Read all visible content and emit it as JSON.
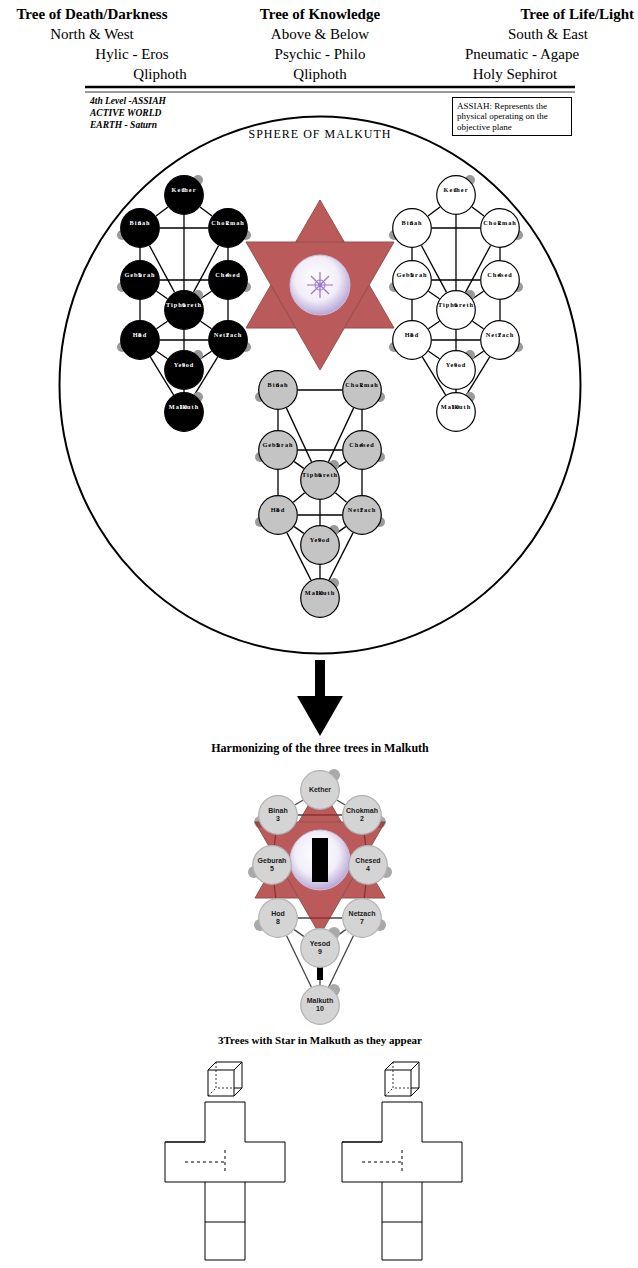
{
  "diagram": {
    "nodes": [
      {
        "text": [
          "ASSIAH: Represents the physical operating on the objective plane"
        ]
      },
      {
        "text": [
          "SPHERE OF MALKUTH"
        ]
      },
      {
        "text": [
          "Kether",
          "1"
        ],
        "in": 1
      },
      {
        "text": [
          "Binah",
          "3"
        ],
        "in": 1
      },
      {
        "text": [
          "Chokmah",
          "2"
        ],
        "in": 1
      },
      {
        "text": [
          "Geburah",
          "5"
        ],
        "in": 1
      },
      {
        "text": [
          "Chesed",
          "4"
        ],
        "in": 1
      },
      {
        "text": [
          "Tiphareth",
          "6"
        ],
        "in": 1
      },
      {
        "text": [
          "Hod",
          "8"
        ],
        "in": 1
      },
      {
        "text": [
          "Netzach",
          "7"
        ],
        "in": 1
      },
      {
        "text": [
          "Yesod",
          "9"
        ],
        "in": 1
      },
      {
        "text": [
          "Malkuth",
          "10"
        ],
        "in": 1
      },
      {
        "text": [
          "Kether",
          "1"
        ],
        "in": 1
      },
      {
        "text": [
          "Binah",
          "3"
        ],
        "in": 1
      },
      {
        "text": [
          "Chokmah",
          "2"
        ],
        "in": 1
      },
      {
        "text": [
          "Geburah",
          "5"
        ],
        "in": 1
      },
      {
        "text": [
          "Chesed",
          "4"
        ],
        "in": 1
      },
      {
        "text": [
          "Tiphareth",
          "6"
        ],
        "in": 1
      },
      {
        "text": [
          "Hod",
          "8"
        ],
        "in": 1
      },
      {
        "text": [
          "Netzach",
          "7"
        ],
        "in": 1
      },
      {
        "text": [
          "Yesod",
          "9"
        ],
        "in": 1
      },
      {
        "text": [
          "Malkuth",
          "10"
        ],
        "in": 1
      },
      {
        "text": [
          "Binah",
          "3"
        ],
        "in": 1
      },
      {
        "text": [
          "Chokmah",
          "2"
        ],
        "in": 1
      },
      {
        "text": [
          "Geburah",
          "5"
        ],
        "in": 1
      },
      {
        "text": [
          "Chesed",
          "4"
        ],
        "in": 1
      },
      {
        "text": [
          "Tiphareth",
          "6"
        ],
        "in": 1
      },
      {
        "text": [
          "Hod",
          "8"
        ],
        "in": 1
      },
      {
        "text": [
          "Netzach",
          "7"
        ],
        "in": 1
      },
      {
        "text": [
          "Yesod",
          "9"
        ],
        "in": 1
      },
      {
        "text": [
          "Malkuth",
          "10"
        ],
        "in": 1
      },
      {
        "text": [
          "Kether"
        ]
      },
      {
        "text": [
          "Binah",
          "3"
        ]
      },
      {
        "text": [
          "Chokmah",
          "2"
        ]
      },
      {
        "text": [
          "Geburah",
          "5"
        ]
      },
      {
        "text": [
          "Chesed",
          "4"
        ]
      },
      {
        "text": [
          "Hod",
          "8"
        ]
      },
      {
        "text": [
          "Netzach",
          "7"
        ]
      },
      {
        "text": [
          "Yesod",
          "9"
        ]
      },
      {
        "text": [
          "Malkuth",
          "10"
        ]
      }
    ],
    "edges": [
      {
        "from": 2,
        "to": 4,
        "arrow": "none"
      },
      {
        "from": 2,
        "to": 3,
        "arrow": "none"
      },
      {
        "from": 2,
        "to": 7,
        "arrow": "none"
      },
      {
        "from": 4,
        "to": 3,
        "arrow": "none"
      },
      {
        "from": 4,
        "to": 6,
        "arrow": "none"
      },
      {
        "from": 4,
        "to": 7,
        "arrow": "none"
      },
      {
        "from": 3,
        "to": 5,
        "arrow": "none"
      },
      {
        "from": 3,
        "to": 7,
        "arrow": "none"
      },
      {
        "from": 6,
        "to": 5,
        "arrow": "none"
      },
      {
        "from": 6,
        "to": 7,
        "arrow": "none"
      },
      {
        "from": 6,
        "to": 9,
        "arrow": "none"
      },
      {
        "from": 5,
        "to": 7,
        "arrow": "none"
      },
      {
        "from": 5,
        "to": 8,
        "arrow": "none"
      },
      {
        "from": 7,
        "to": 9,
        "arrow": "none"
      },
      {
        "from": 7,
        "to": 8,
        "arrow": "none"
      },
      {
        "from": 7,
        "to": 10,
        "arrow": "none"
      },
      {
        "from": 9,
        "to": 8,
        "arrow": "none"
      },
      {
        "from": 9,
        "to": 10,
        "arrow": "none"
      },
      {
        "from": 9,
        "to": 11,
        "arrow": "none"
      },
      {
        "from": 8,
        "to": 10,
        "arrow": "none"
      },
      {
        "from": 8,
        "to": 11,
        "arrow": "none"
      },
      {
        "from": 10,
        "to": 11,
        "arrow": "none"
      },
      {
        "from": 12,
        "to": 14,
        "arrow": "none"
      },
      {
        "from": 12,
        "to": 13,
        "arrow": "none"
      },
      {
        "from": 12,
        "to": 17,
        "arrow": "none"
      },
      {
        "from": 14,
        "to": 13,
        "arrow": "none"
      },
      {
        "from": 14,
        "to": 16,
        "arrow": "none"
      },
      {
        "from": 14,
        "to": 17,
        "arrow": "none"
      },
      {
        "from": 13,
        "to": 15,
        "arrow": "none"
      },
      {
        "from": 13,
        "to": 17,
        "arrow": "none"
      },
      {
        "from": 16,
        "to": 15,
        "arrow": "none"
      },
      {
        "from": 16,
        "to": 17,
        "arrow": "none"
      },
      {
        "from": 16,
        "to": 19,
        "arrow": "none"
      },
      {
        "from": 15,
        "to": 17,
        "arrow": "none"
      },
      {
        "from": 15,
        "to": 18,
        "arrow": "none"
      },
      {
        "from": 17,
        "to": 19,
        "arrow": "none"
      },
      {
        "from": 17,
        "to": 18,
        "arrow": "none"
      },
      {
        "from": 17,
        "to": 20,
        "arrow": "none"
      },
      {
        "from": 19,
        "to": 18,
        "arrow": "none"
      },
      {
        "from": 19,
        "to": 20,
        "arrow": "none"
      },
      {
        "from": 19,
        "to": 21,
        "arrow": "none"
      },
      {
        "from": 18,
        "to": 20,
        "arrow": "none"
      },
      {
        "from": 18,
        "to": 21,
        "arrow": "none"
      },
      {
        "from": 20,
        "to": 21,
        "arrow": "none"
      },
      {
        "from": 23,
        "to": 22,
        "arrow": "none"
      },
      {
        "from": 23,
        "to": 25,
        "arrow": "none"
      },
      {
        "from": 23,
        "to": 26,
        "arrow": "none"
      },
      {
        "from": 22,
        "to": 24,
        "arrow": "none"
      },
      {
        "from": 22,
        "to": 26,
        "arrow": "none"
      },
      {
        "from": 25,
        "to": 24,
        "arrow": "none"
      },
      {
        "from": 25,
        "to": 26,
        "arrow": "none"
      },
      {
        "from": 25,
        "to": 28,
        "arrow": "none"
      },
      {
        "from": 24,
        "to": 26,
        "arrow": "none"
      },
      {
        "from": 24,
        "to": 27,
        "arrow": "none"
      },
      {
        "from": 26,
        "to": 28,
        "arrow": "none"
      },
      {
        "from": 26,
        "to": 27,
        "arrow": "none"
      },
      {
        "from": 26,
        "to": 29,
        "arrow": "none"
      },
      {
        "from": 28,
        "to": 27,
        "arrow": "none"
      },
      {
        "from": 28,
        "to": 29,
        "arrow": "none"
      },
      {
        "from": 28,
        "to": 30,
        "arrow": "none"
      },
      {
        "from": 27,
        "to": 29,
        "arrow": "none"
      },
      {
        "from": 27,
        "to": 30,
        "arrow": "none"
      },
      {
        "from": 29,
        "to": 30,
        "arrow": "none"
      },
      {
        "from": 31,
        "to": 33,
        "arrow": "none"
      },
      {
        "from": 31,
        "to": 32,
        "arrow": "none"
      },
      {
        "from": 33,
        "to": 32,
        "arrow": "none"
      },
      {
        "from": 33,
        "to": 35,
        "arrow": "none"
      },
      {
        "from": 32,
        "to": 34,
        "arrow": "none"
      },
      {
        "from": 35,
        "to": 34,
        "arrow": "none"
      },
      {
        "from": 35,
        "to": 37,
        "arrow": "none"
      },
      {
        "from": 34,
        "to": 36,
        "arrow": "none"
      },
      {
        "from": 37,
        "to": 36,
        "arrow": "none"
      },
      {
        "from": 37,
        "to": 38,
        "arrow": "none"
      },
      {
        "from": 37,
        "to": 39,
        "arrow": "none"
      },
      {
        "from": 36,
        "to": 38,
        "arrow": "none"
      },
      {
        "from": 36,
        "to": 39,
        "arrow": "none"
      },
      {
        "from": 38,
        "to": 39,
        "arrow": "none"
      }
    ],
    "labels": [
      "Tree of Death/Darkness",
      "Tree of Knowledge",
      "Tree of Life/Light",
      "North & West",
      "Above & Below",
      "South & East",
      "Hylic - Eros",
      "Psychic - Philo",
      "Pneumatic - Agape",
      "Qliphoth",
      "Qliphoth",
      "Holy Sephirot",
      "4th Level -ASSIAH",
      "ACTIVE WORLD",
      "EARTH - Saturn",
      "Harmonizing of the three trees in Malkuth",
      "3Trees with Star in Malkuth as they appear"
    ]
  }
}
